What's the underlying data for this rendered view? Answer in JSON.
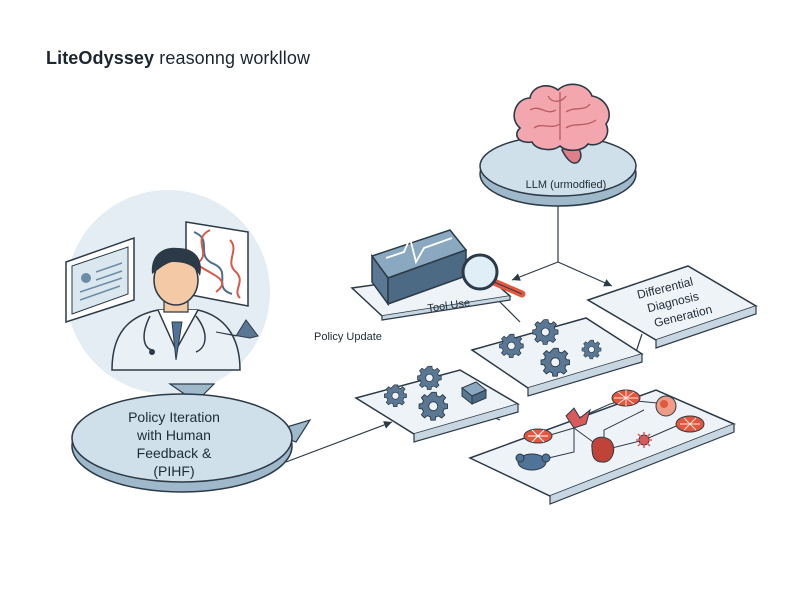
{
  "title": {
    "brand": "LiteOdyssey",
    "rest": "reasonng workllow"
  },
  "nodes": {
    "llm": "LLM (urmodfied)",
    "tool_use": "Tool Use",
    "differential": [
      "Differential",
      "Diagnosis",
      "Generation"
    ],
    "policy_update": "Policy Update",
    "pihf": [
      "Policy Iteration",
      "with Human",
      "Feedback &",
      "(PIHF)"
    ]
  },
  "colors": {
    "platform_fill": "#eef3f7",
    "platform_stroke": "#2c3a47",
    "disc_fill": "#cfe0ea",
    "gear": "#5a7894",
    "brain": "#f3a6ae",
    "accent_red": "#e2573d"
  },
  "icons": [
    "brain-icon",
    "doctor-icon",
    "dna-icon",
    "monitor-icon",
    "magnifier-icon",
    "gear-icon",
    "virus-icon",
    "cell-icon"
  ]
}
